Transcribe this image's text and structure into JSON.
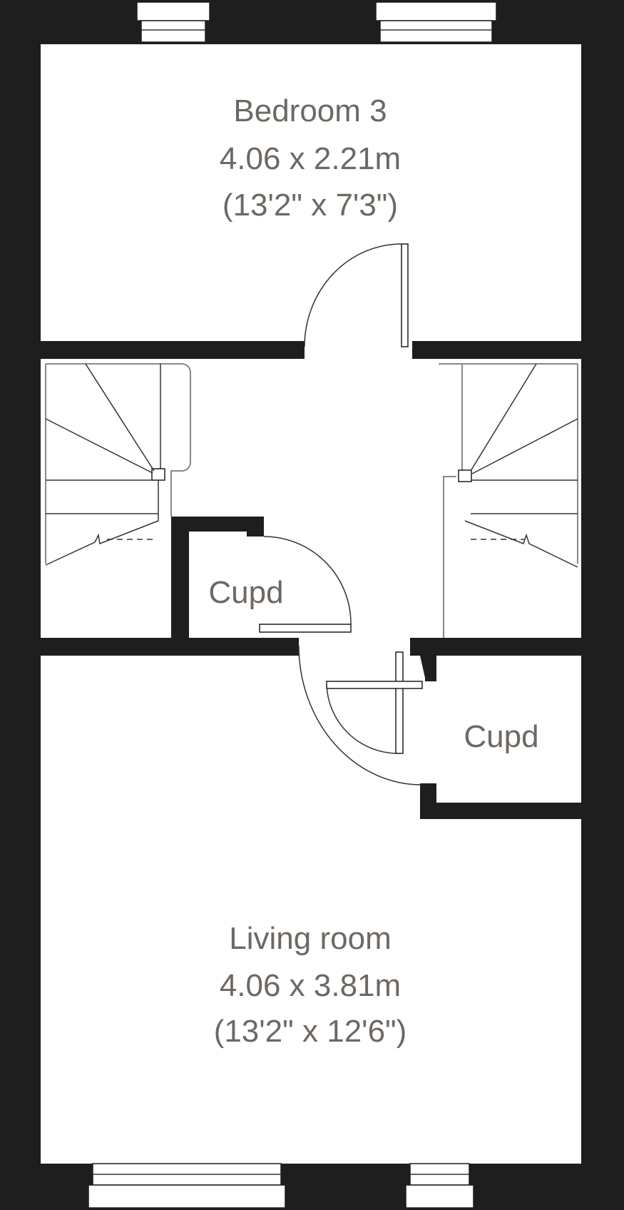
{
  "rooms": {
    "bedroom3": {
      "name": "Bedroom 3",
      "metric": "4.06 x 2.21m",
      "imperial": "(13'2\" x 7'3\")"
    },
    "cupd_left": {
      "name": "Cupd"
    },
    "cupd_right": {
      "name": "Cupd"
    },
    "living_room": {
      "name": "Living room",
      "metric": "4.06 x 3.81m",
      "imperial": "(13'2\" x 12'6\")"
    }
  },
  "colors": {
    "wall": "#1e1e1e",
    "label": "#6e6862"
  }
}
